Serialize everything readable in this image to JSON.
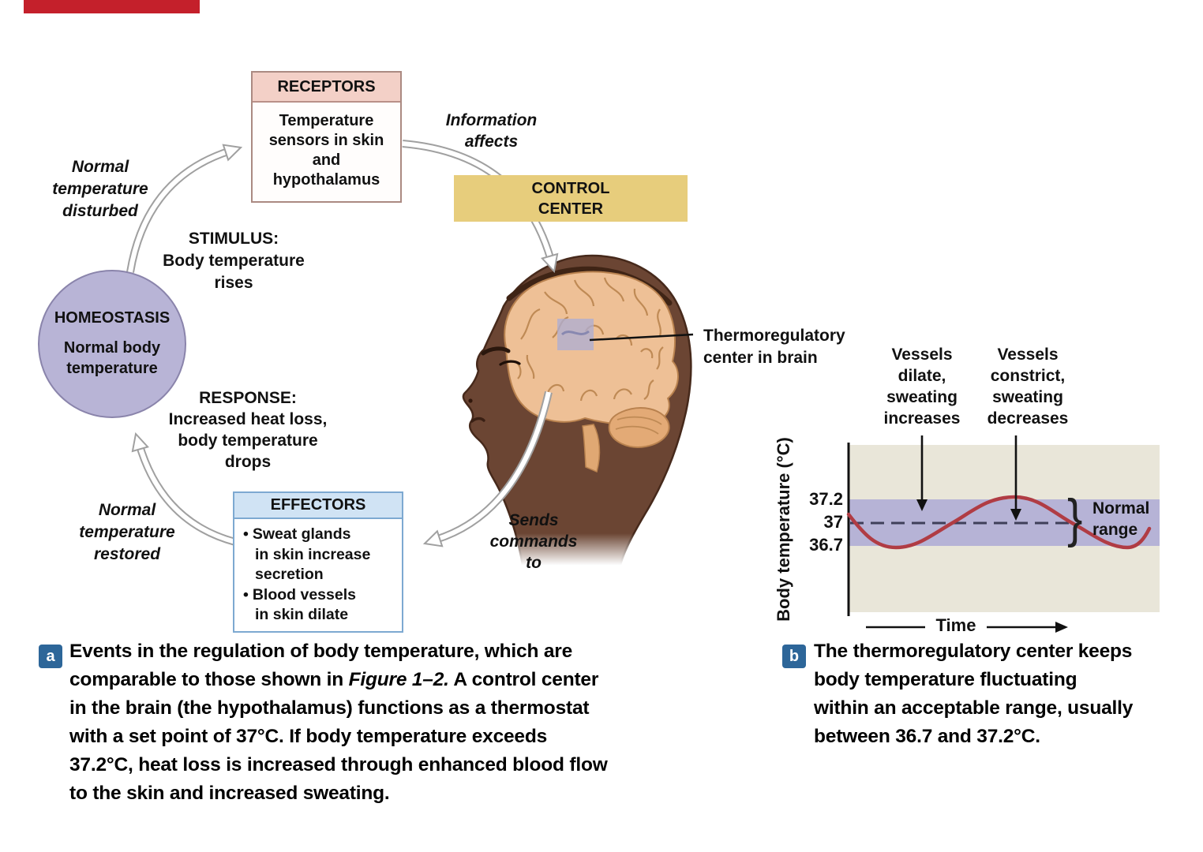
{
  "colors": {
    "top_bar": "#c4202b",
    "receptors_header": "#f3d0c7",
    "receptors_border": "#ab8a82",
    "control_center_fill": "#e7cd7c",
    "homeostasis_fill": "#b8b4d6",
    "homeostasis_border": "#8a84ab",
    "effectors_header": "#d0e3f4",
    "effectors_border": "#7da9d1",
    "chart_bg": "#e9e6d9",
    "normal_band": "#b6b3d6",
    "curve_red": "#b03c44",
    "badge_blue": "#2d6699"
  },
  "panel_a": {
    "badge": "a",
    "receptors": {
      "title": "RECEPTORS",
      "lines": [
        "Temperature",
        "sensors in skin",
        "and",
        "hypothalamus"
      ]
    },
    "information_affects": {
      "lines": [
        "Information",
        "affects"
      ]
    },
    "control_center": {
      "lines": [
        "CONTROL",
        "CENTER"
      ]
    },
    "normal_disturbed": {
      "lines": [
        "Normal",
        "temperature",
        "disturbed"
      ]
    },
    "stimulus": {
      "lines": [
        "STIMULUS:",
        "Body temperature",
        "rises"
      ]
    },
    "homeostasis": {
      "title": "HOMEOSTASIS",
      "lines": [
        "Normal body",
        "temperature"
      ]
    },
    "response": {
      "lines": [
        "RESPONSE:",
        "Increased heat loss,",
        "body temperature",
        "drops"
      ]
    },
    "normal_restored": {
      "lines": [
        "Normal",
        "temperature",
        "restored"
      ]
    },
    "effectors": {
      "title": "EFFECTORS",
      "bullet": "•",
      "items": [
        {
          "lines": [
            "Sweat glands",
            "in skin increase",
            "secretion"
          ]
        },
        {
          "lines": [
            "Blood vessels",
            "in skin dilate"
          ]
        }
      ]
    },
    "sends_commands": {
      "lines": [
        "Sends",
        "commands",
        "to"
      ]
    },
    "brain_label": {
      "lines": [
        "Thermoregulatory",
        "center in brain"
      ]
    },
    "caption": {
      "line1": "Events in the regulation of body temperature, which are",
      "line2_pre": "comparable to those shown in ",
      "line2_italic": "Figure 1–2.",
      "line2_post": " A control center",
      "line3": "in the brain (the hypothalamus) functions as a thermostat",
      "line4": "with a set point of 37°C. If body temperature exceeds",
      "line5": "37.2°C, heat loss is increased through enhanced blood flow",
      "line6": "to the skin and increased sweating."
    }
  },
  "panel_b": {
    "badge": "b",
    "annotation_dilate": {
      "lines": [
        "Vessels",
        "dilate,",
        "sweating",
        "increases"
      ]
    },
    "annotation_constrict": {
      "lines": [
        "Vessels",
        "constrict,",
        "sweating",
        "decreases"
      ]
    },
    "ylabel": "Body temperature (°C)",
    "yticks": [
      "37.2",
      "37",
      "36.7"
    ],
    "xlabel": "Time",
    "brace": "}",
    "normal_range": {
      "lines": [
        "Normal",
        "range"
      ]
    },
    "caption": {
      "line1": "The thermoregulatory center keeps",
      "line2": "body temperature fluctuating",
      "line3": "within an acceptable range, usually",
      "line4": "between 36.7 and 37.2°C."
    }
  },
  "chart_data": {
    "type": "line",
    "title": "",
    "xlabel": "Time",
    "ylabel": "Body temperature (°C)",
    "yticks": [
      37.2,
      37,
      36.7
    ],
    "set_point_dashed_line": 37,
    "normal_range_band": {
      "low": 36.7,
      "high": 37.2,
      "label": "Normal range"
    },
    "grid": false,
    "legend": "none",
    "plot_bg": "#e9e6d9",
    "series": [
      {
        "name": "Body temperature",
        "color": "#b03c44",
        "style": "smooth sinusoid oscillating about the 37 set point",
        "x_fraction": [
          0.0,
          0.15,
          0.34,
          0.53,
          0.72,
          0.89,
          0.97
        ],
        "y_values": [
          36.85,
          36.7,
          37.0,
          37.2,
          37.0,
          36.7,
          36.83
        ]
      }
    ],
    "annotations": [
      {
        "text": "Vessels dilate, sweating increases",
        "points_to": "rising limb of curve near set point"
      },
      {
        "text": "Vessels constrict, sweating decreases",
        "points_to": "falling limb of curve near set point"
      }
    ]
  }
}
